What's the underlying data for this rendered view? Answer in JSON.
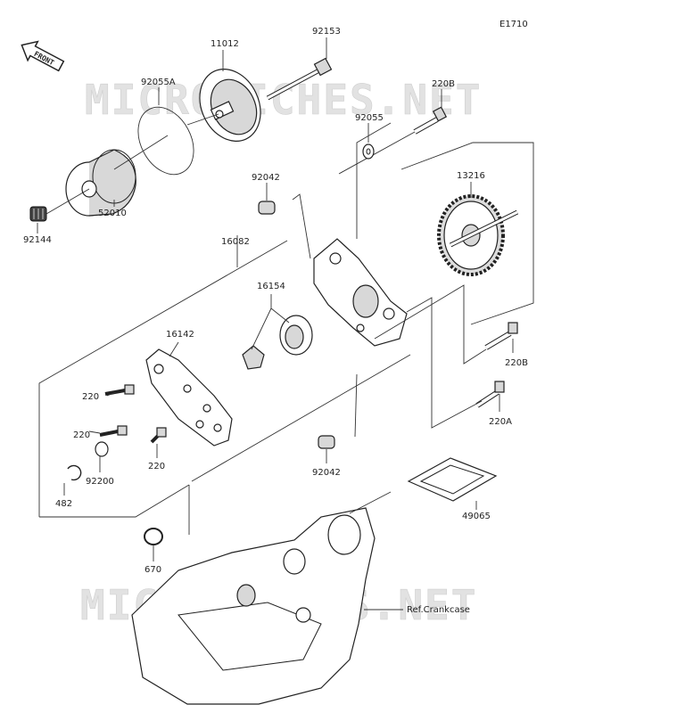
{
  "diagram_code": "E1710",
  "front_label": "FRONT",
  "watermark": "MICROFICHES.NET",
  "ref_label": "Ref.Crankcase",
  "parts": {
    "p11012": "11012",
    "p92153": "92153",
    "p92055A": "92055A",
    "p220B_top": "220B",
    "p92055": "92055",
    "p92042_top": "92042",
    "p13216": "13216",
    "p52010": "52010",
    "p92144": "92144",
    "p16082": "16082",
    "p16154": "16154",
    "p16142": "16142",
    "p220B_bottom": "220B",
    "p220_a": "220",
    "p220A": "220A",
    "p220_b": "220",
    "p220_c": "220",
    "p92200": "92200",
    "p92042_bottom": "92042",
    "p482": "482",
    "p49065": "49065",
    "p670": "670"
  }
}
